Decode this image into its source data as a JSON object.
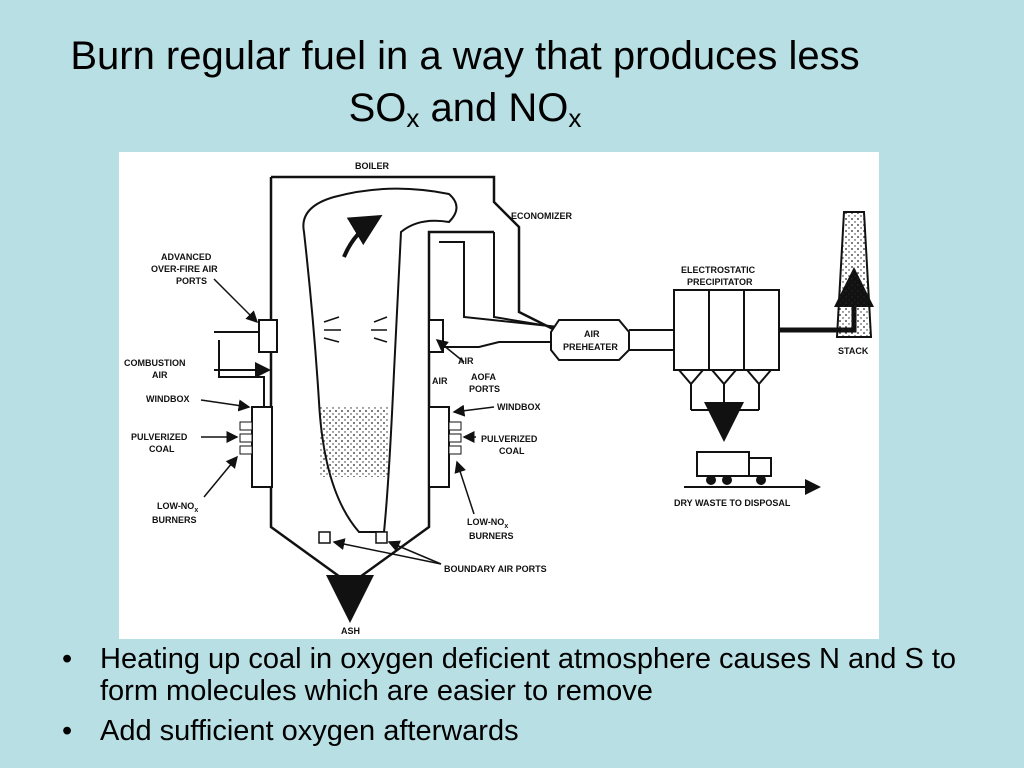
{
  "title": {
    "line1": "Burn regular fuel in a way that produces less",
    "so": "SO",
    "so_sub": "x",
    "and": " and NO",
    "no_sub": "x"
  },
  "diagram": {
    "labels": {
      "boiler": "BOILER",
      "economizer": "ECONOMIZER",
      "aofa1": "ADVANCED",
      "aofa2": "OVER-FIRE AIR",
      "aofa3": "PORTS",
      "comb1": "COMBUSTION",
      "comb2": "AIR",
      "windbox_left": "WINDBOX",
      "pulv_left1": "PULVERIZED",
      "pulv_left2": "COAL",
      "lownox_left1": "LOW-NO",
      "lownox_left_sub": "x",
      "lownox_left2": "BURNERS",
      "air_upper": "AIR",
      "aofa_right1": "AOFA",
      "aofa_right2": "PORTS",
      "air_lower": "AIR",
      "windbox_right": "WINDBOX",
      "pulv_right1": "PULVERIZED",
      "pulv_right2": "COAL",
      "lownox_right1": "LOW-NO",
      "lownox_right_sub": "x",
      "lownox_right2": "BURNERS",
      "boundary": "BOUNDARY AIR PORTS",
      "ash": "ASH",
      "air_pre1": "AIR",
      "air_pre2": "PREHEATER",
      "esp1": "ELECTROSTATIC",
      "esp2": "PRECIPITATOR",
      "stack": "STACK",
      "dry_waste": "DRY WASTE TO DISPOSAL"
    }
  },
  "bullets": [
    {
      "marker": "•",
      "text": "Heating up coal in oxygen deficient atmosphere causes N and S to form molecules which are easier to remove"
    },
    {
      "marker": "•",
      "text": "Add sufficient oxygen afterwards"
    }
  ]
}
